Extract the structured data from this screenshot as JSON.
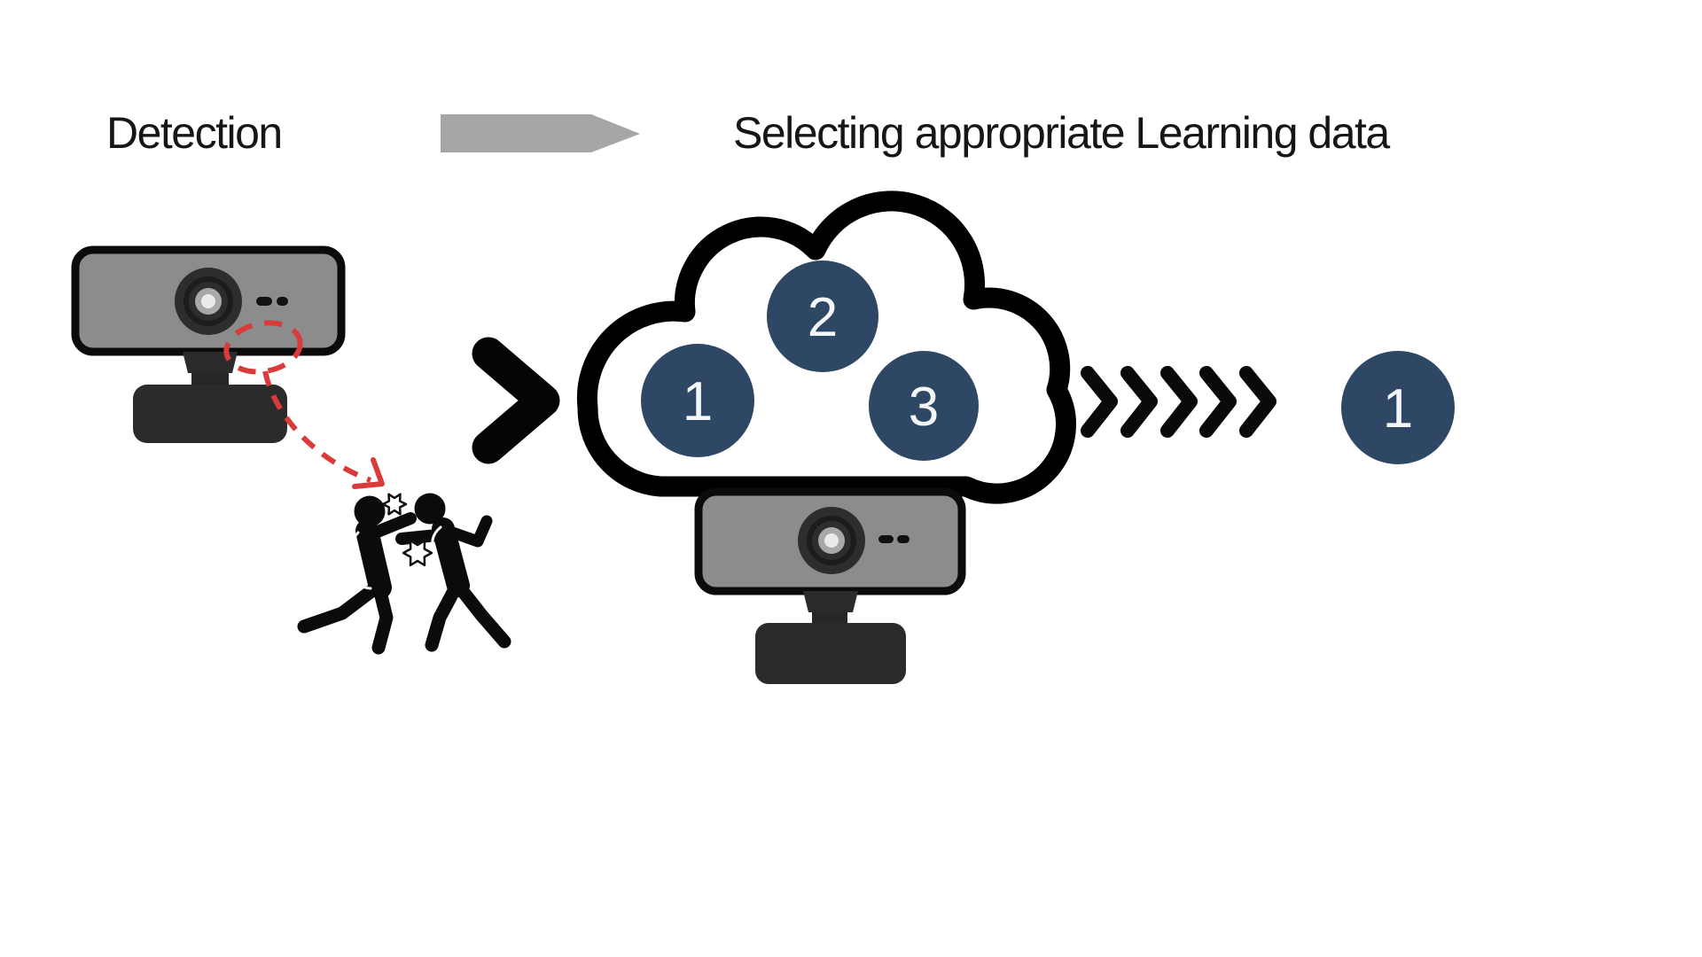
{
  "header": {
    "step1_label": "Detection",
    "step2_label": "Selecting appropriate Learning data"
  },
  "diagram": {
    "cloud_items": [
      {
        "label": "1"
      },
      {
        "label": "2"
      },
      {
        "label": "3"
      }
    ],
    "selected_item_label": "1"
  },
  "icons": {
    "step_arrow": "right-arrow-icon",
    "detection_camera": "webcam-icon",
    "incident": "fight-pictogram",
    "annotation": "red-dashed-arrow",
    "highlight": "red-dashed-circle",
    "flow": "chevron-right-icon",
    "storage": "cloud-icon",
    "learning_camera": "webcam-icon",
    "fast_flow": "five-chevrons-icon"
  },
  "colors": {
    "accent_navy": "#2e4764",
    "annotation_red": "#d93b3b",
    "arrow_gray": "#a6a6a6",
    "webcam_gray": "#8c8c8c",
    "webcam_dark": "#2b2b2b",
    "ink_black": "#0a0a0a",
    "background": "#ffffff"
  }
}
